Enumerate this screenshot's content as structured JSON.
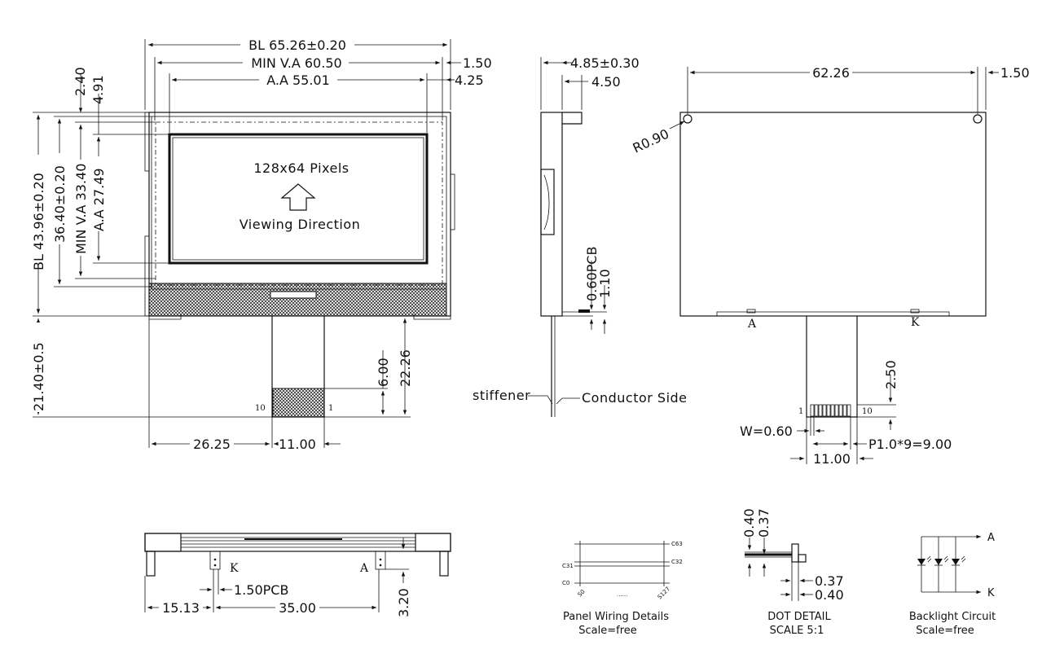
{
  "front_view": {
    "bl_width": "BL 65.26±0.20",
    "min_va_width": "MIN V.A 60.50",
    "aa_width": "A.A 55.01",
    "right_1_50": "1.50",
    "right_4_25": "4.25",
    "left_2_40": "2.40",
    "left_4_91": "4.91",
    "bl_height": "BL 43.96±0.20",
    "height_36_40": "36.40±0.20",
    "min_va_height": "MIN V.A 33.40",
    "aa_height": "A.A 27.49",
    "fpc_length": "21.40±0.5",
    "fpc_22_26": "22.26",
    "fpc_6_00": "6.00",
    "bottom_26_25": "26.25",
    "bottom_11_00": "11.00",
    "pixels_label": "128x64 Pixels",
    "viewing_label": "Viewing Direction",
    "pin_10": "10",
    "pin_1": "1"
  },
  "side_view": {
    "t_4_85": "4.85±0.30",
    "t_4_50": "4.50",
    "pcb_0_60": "0.60PCB",
    "t_1_10": "1.10",
    "stiffener": "stiffener",
    "conductor_side": "Conductor Side"
  },
  "back_view": {
    "w_62_26": "62.26",
    "w_1_50": "1.50",
    "radius": "R0.90",
    "anode": "A",
    "cathode": "K",
    "fpc_2_50": "2.50",
    "pin_1": "1",
    "pin_10": "10",
    "width_w": "W=0.60",
    "pitch": "P1.0*9=9.00",
    "w_11_00": "11.00"
  },
  "bottom_view": {
    "k": "K",
    "a": "A",
    "pcb_1_50": "1.50PCB",
    "d_15_13": "15.13",
    "d_35_00": "35.00",
    "d_3_20": "3.20"
  },
  "panel_wiring": {
    "c63": "C63",
    "c32": "C32",
    "c31": "C31",
    "c0": "C0",
    "s0": "S0",
    "dots": "......",
    "s127": "S127",
    "title": "Panel Wiring Details",
    "scale": "Scale=free"
  },
  "dot_detail": {
    "v_0_40": "0.40",
    "v_0_37": "0.37",
    "h_0_37": "0.37",
    "h_0_40": "0.40",
    "title": "DOT DETAIL",
    "scale": "SCALE 5:1"
  },
  "backlight": {
    "a": "A",
    "k": "K",
    "title": "Backlight Circuit",
    "scale": "Scale=free"
  }
}
